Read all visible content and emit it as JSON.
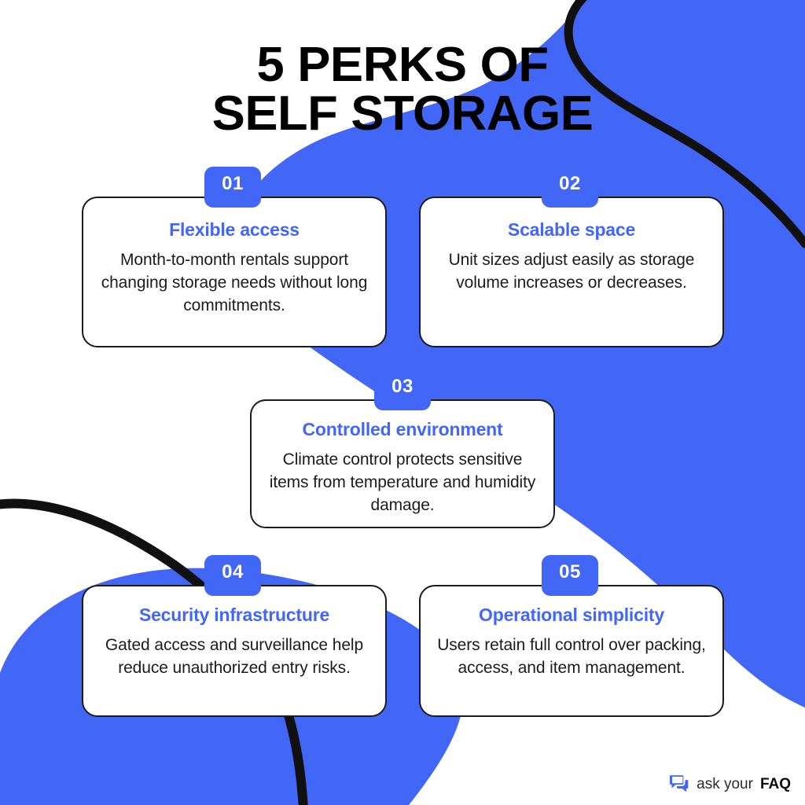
{
  "title": {
    "line1": "5 PERKS OF",
    "line2": "SELF STORAGE"
  },
  "colors": {
    "brand_blue": "#4266f5",
    "blob_blue": "#4266f5",
    "ink": "#1c1c1c",
    "background": "#ffffff"
  },
  "cards": [
    {
      "number": "01",
      "title": "Flexible access",
      "body": "Month-to-month rentals support changing storage needs without long commitments."
    },
    {
      "number": "02",
      "title": "Scalable space",
      "body": "Unit sizes adjust easily as storage volume increases or decreases."
    },
    {
      "number": "03",
      "title": "Controlled environment",
      "body": "Climate control protects sensitive items from temperature and humidity damage."
    },
    {
      "number": "04",
      "title": "Security infrastructure",
      "body": "Gated access and surveillance help reduce unauthorized entry risks."
    },
    {
      "number": "05",
      "title": "Operational simplicity",
      "body": "Users retain full control over packing, access, and item management."
    }
  ],
  "logo": {
    "icon": "chat-bubbles-icon",
    "text_light": "ask your",
    "text_bold": "FAQ"
  }
}
